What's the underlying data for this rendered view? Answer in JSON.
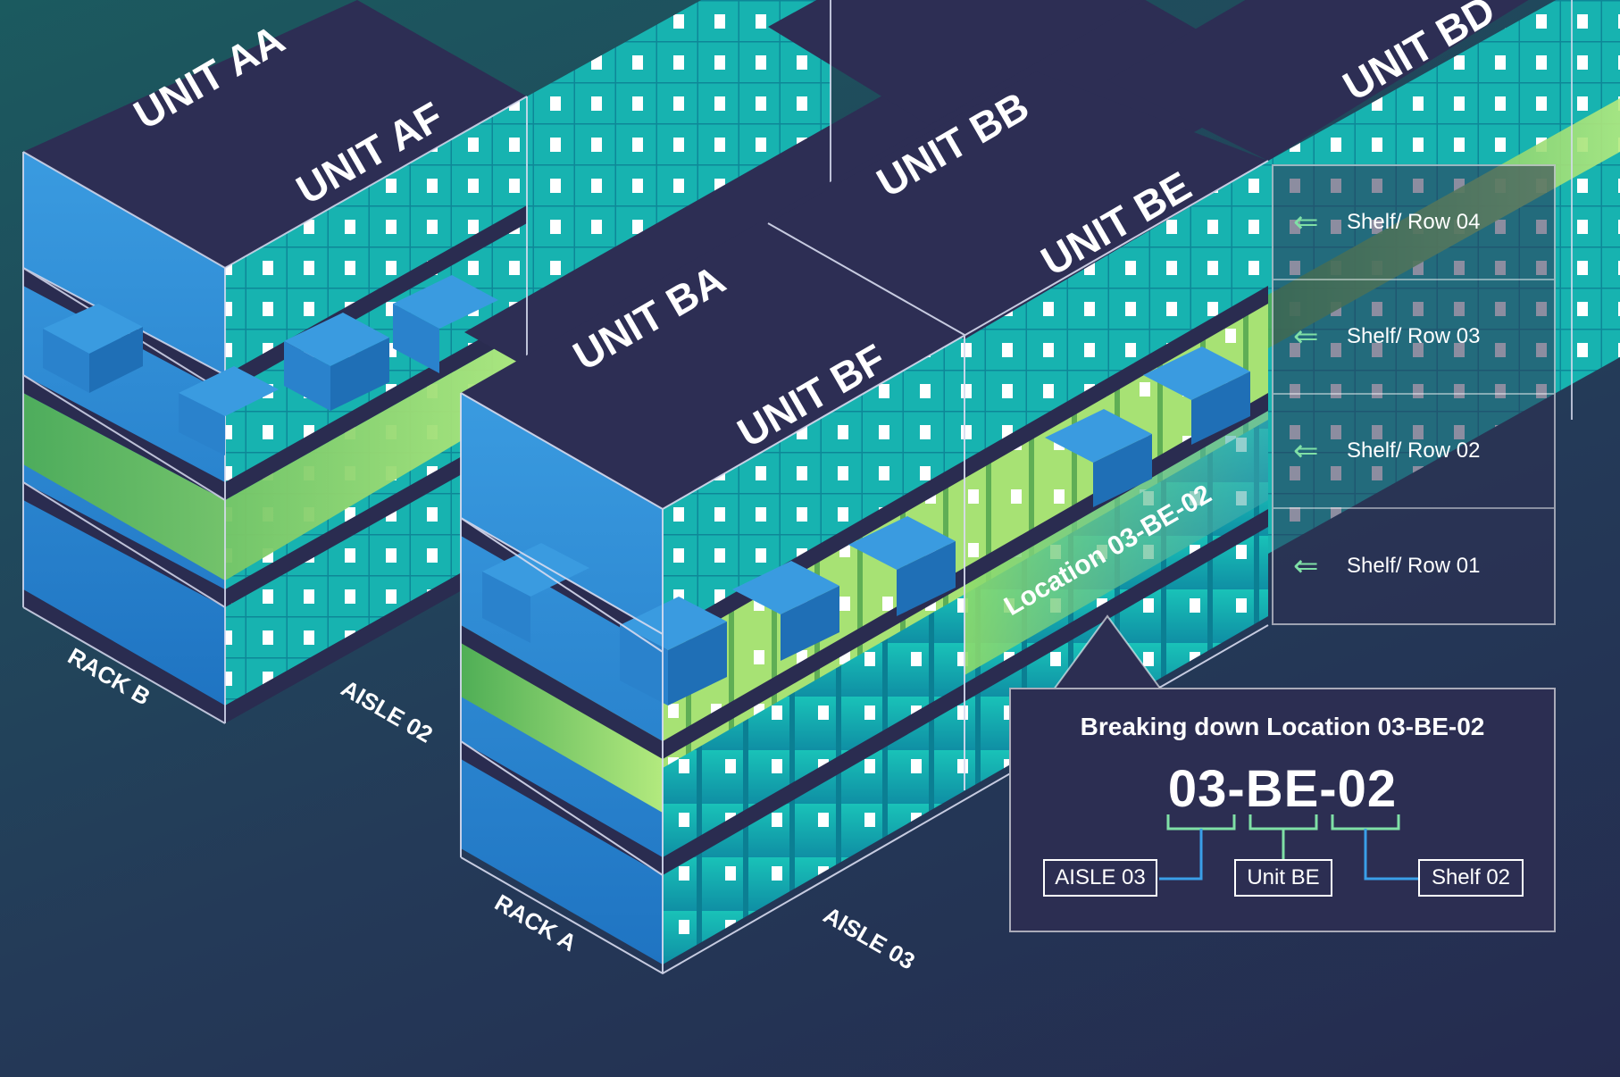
{
  "units": {
    "aa": "UNIT AA",
    "af": "UNIT AF",
    "ba": "UNIT BA",
    "bb": "UNIT BB",
    "bd": "UNIT BD",
    "be": "UNIT BE",
    "bf": "UNIT BF"
  },
  "racks": {
    "a": "RACK A",
    "b": "RACK B"
  },
  "aisles": {
    "a02": "AISLE 02",
    "a03": "AISLE 03"
  },
  "location_label": "Location  03-BE-02",
  "shelves": [
    {
      "label": "Shelf/ Row 04"
    },
    {
      "label": "Shelf/ Row 03"
    },
    {
      "label": "Shelf/ Row 02"
    },
    {
      "label": "Shelf/ Row 01"
    }
  ],
  "breakdown": {
    "title": "Breaking down Location 03-BE-02",
    "code": "03-BE-02",
    "parts": {
      "aisle": "AISLE 03",
      "unit": "Unit BE",
      "shelf": "Shelf 02"
    }
  },
  "colors": {
    "top": "#2d2e54",
    "bin_blue": "#2f8fd6",
    "bin_teal": "#13b5b0",
    "shelf_green": "#9fde6e",
    "accent_green": "#7fe0a6",
    "link_blue": "#3a9fe8"
  }
}
